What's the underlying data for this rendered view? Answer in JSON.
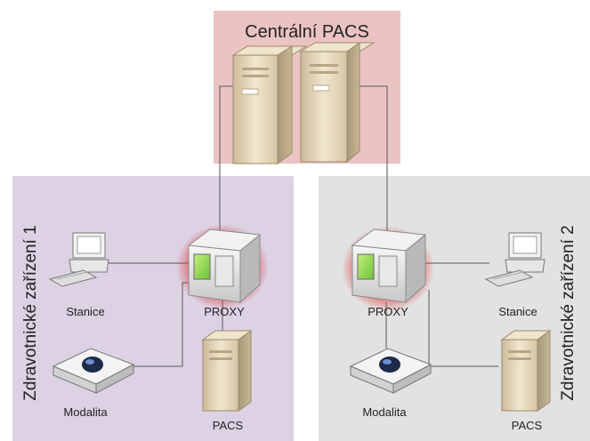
{
  "central": {
    "title": "Centrální PACS"
  },
  "site1": {
    "title": "Zdravotnické zařízení 1",
    "station_label": "Stanice",
    "proxy_label": "PROXY",
    "modality_label": "Modalita",
    "pacs_label": "PACS"
  },
  "site2": {
    "title": "Zdravotnické zařízení 2",
    "station_label": "Stanice",
    "proxy_label": "PROXY",
    "modality_label": "Modalita",
    "pacs_label": "PACS"
  },
  "colors": {
    "central_bg": "#ebc3c3",
    "site1_bg": "#dcd2e4",
    "site2_bg": "#e2e2e2",
    "proxy_glow": "#e03030",
    "link": "#555555"
  }
}
